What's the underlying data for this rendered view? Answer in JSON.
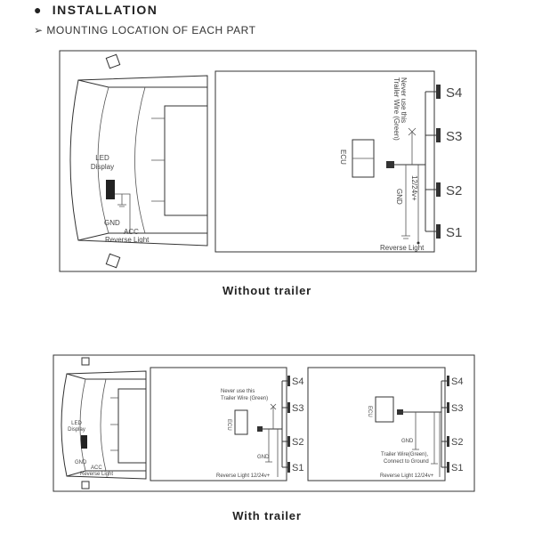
{
  "header": {
    "title": "INSTALLATION",
    "subtitle": "MOUNTING LOCATION OF EACH PART",
    "bullet": "●",
    "arrow": "➢"
  },
  "without_trailer": {
    "caption": "Without trailer",
    "car": {
      "led_display_1": "LED",
      "led_display_2": "Display",
      "gnd": "GND",
      "acc": "ACC",
      "reverse_light": "Reverse Light"
    },
    "wiring": {
      "ecu": "ECU",
      "warning_1": "Never use this",
      "warning_2": "Trailer Wire (Green)",
      "power": "12/24v+",
      "gnd": "GND",
      "reverse_light": "Reverse Light"
    },
    "sensors": [
      "S4",
      "S3",
      "S2",
      "S1"
    ]
  },
  "with_trailer": {
    "caption": "With trailer",
    "car": {
      "led_display_1": "LED",
      "led_display_2": "Display",
      "gnd": "GND",
      "acc": "ACC",
      "reverse_light": "Reverse Light"
    },
    "panel_a": {
      "ecu": "ECU",
      "warning_1": "Never use this",
      "warning_2": "Trailer Wire (Green)",
      "gnd": "GND",
      "power_label": "Reverse Light  12/24v+",
      "sensors": [
        "S4",
        "S3",
        "S2",
        "S1"
      ]
    },
    "panel_b": {
      "ecu": "ECU",
      "gnd": "GND",
      "trailer_1": "Trailer Wire(Green),",
      "trailer_2": "Connect to Ground",
      "power_label": "Reverse Light  12/24v+",
      "sensors": [
        "S4",
        "S3",
        "S2",
        "S1"
      ]
    }
  }
}
